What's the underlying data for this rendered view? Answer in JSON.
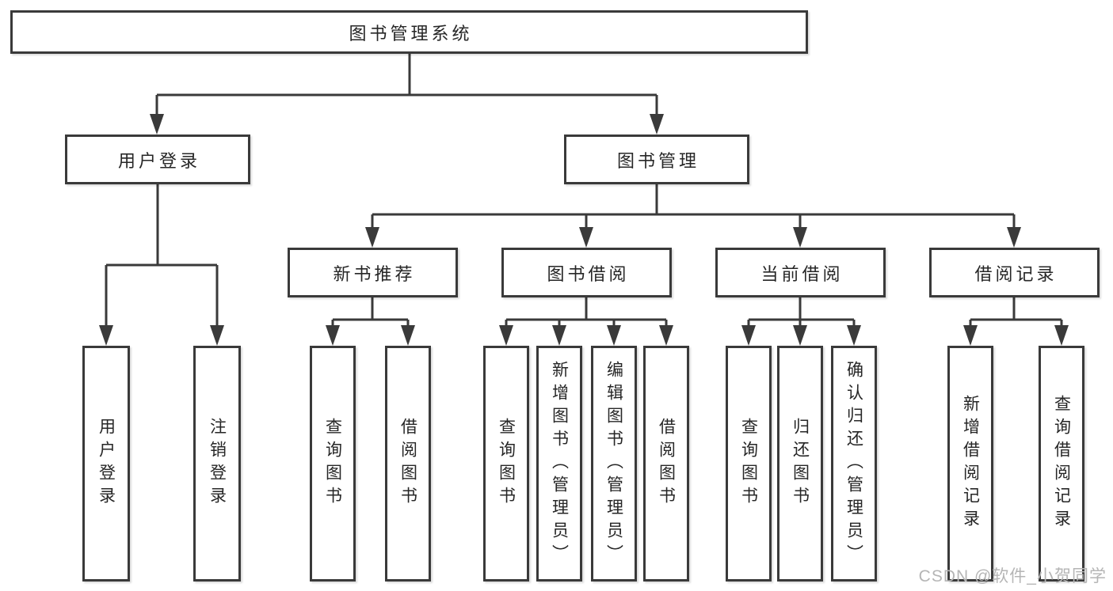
{
  "tree": {
    "root": {
      "label": "图书管理系统"
    },
    "children": [
      {
        "label": "用户登录",
        "children": [
          {
            "label": "用户登录"
          },
          {
            "label": "注销登录"
          }
        ]
      },
      {
        "label": "图书管理",
        "children": [
          {
            "label": "新书推荐",
            "children": [
              {
                "label": "查询图书"
              },
              {
                "label": "借阅图书"
              }
            ]
          },
          {
            "label": "图书借阅",
            "children": [
              {
                "label": "查询图书"
              },
              {
                "label": "新增图书（管理员）"
              },
              {
                "label": "编辑图书（管理员）"
              },
              {
                "label": "借阅图书"
              }
            ]
          },
          {
            "label": "当前借阅",
            "children": [
              {
                "label": "查询图书"
              },
              {
                "label": "归还图书"
              },
              {
                "label": "确认归还（管理员）"
              }
            ]
          },
          {
            "label": "借阅记录",
            "children": [
              {
                "label": "新增借阅记录"
              },
              {
                "label": "查询借阅记录"
              }
            ]
          }
        ]
      }
    ]
  },
  "watermark": "CSDN @软件_小贺同学",
  "colors": {
    "line": "#3a3a3a",
    "text": "#262626",
    "watermark": "#b5b5b5",
    "background": "#ffffff"
  }
}
